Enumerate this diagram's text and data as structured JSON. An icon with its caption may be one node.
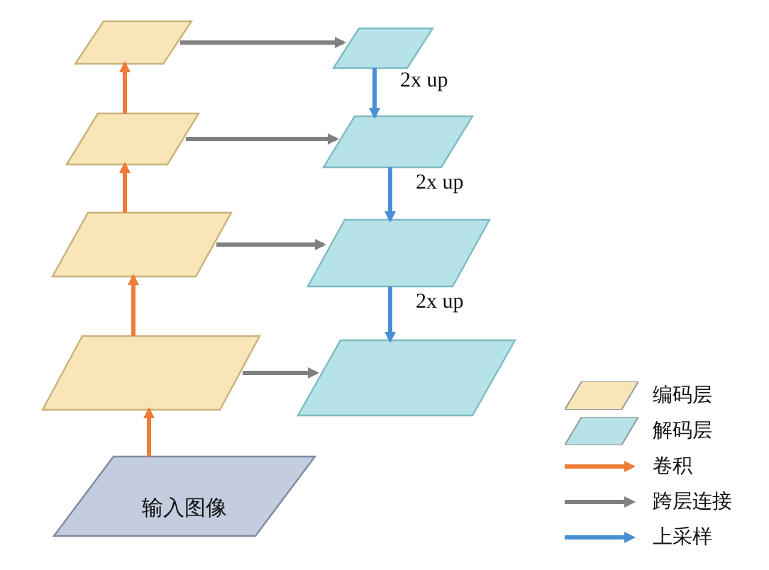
{
  "diagram": {
    "nodes": [
      {
        "text": [],
        "shape": "parallelogram"
      },
      {
        "text": [],
        "shape": "parallelogram"
      },
      {
        "text": [],
        "shape": "parallelogram"
      },
      {
        "text": [],
        "shape": "parallelogram"
      },
      {
        "text": [],
        "shape": "parallelogram"
      },
      {
        "text": [],
        "shape": "parallelogram"
      },
      {
        "text": [],
        "shape": "parallelogram"
      },
      {
        "text": [],
        "shape": "parallelogram"
      },
      {
        "text": [
          "输入图像"
        ]
      }
    ],
    "edges": [
      {
        "from": 8,
        "to": 3,
        "arrow": "to",
        "color": "#f07c38"
      },
      {
        "from": 3,
        "to": 2,
        "arrow": "to",
        "color": "#f07c38"
      },
      {
        "from": 2,
        "to": 1,
        "arrow": "to",
        "color": "#f07c38"
      },
      {
        "from": 1,
        "to": 0,
        "arrow": "to",
        "color": "#f07c38"
      },
      {
        "from": 0,
        "to": 4,
        "arrow": "to",
        "color": "#808080"
      },
      {
        "from": 1,
        "to": 5,
        "arrow": "to",
        "color": "#808080"
      },
      {
        "from": 2,
        "to": 6,
        "arrow": "to",
        "color": "#808080"
      },
      {
        "from": 3,
        "to": 7,
        "arrow": "to",
        "color": "#808080"
      },
      {
        "from": 4,
        "to": 5,
        "arrow": "to",
        "label": "2x up",
        "color": "#4a8fd6"
      },
      {
        "from": 5,
        "to": 6,
        "arrow": "to",
        "label": "2x up",
        "color": "#4a8fd6"
      },
      {
        "from": 6,
        "to": 7,
        "arrow": "to",
        "label": "2x up",
        "color": "#4a8fd6"
      }
    ],
    "legend": [
      {
        "text": "编码层",
        "color": "#f8e6b8"
      },
      {
        "text": "解码层",
        "color": "#b5e3e8"
      },
      {
        "text": "卷积",
        "color": "#f07c38"
      },
      {
        "text": "跨层连接",
        "color": "#808080"
      },
      {
        "text": "上采样",
        "color": "#4a8fd6"
      }
    ]
  }
}
